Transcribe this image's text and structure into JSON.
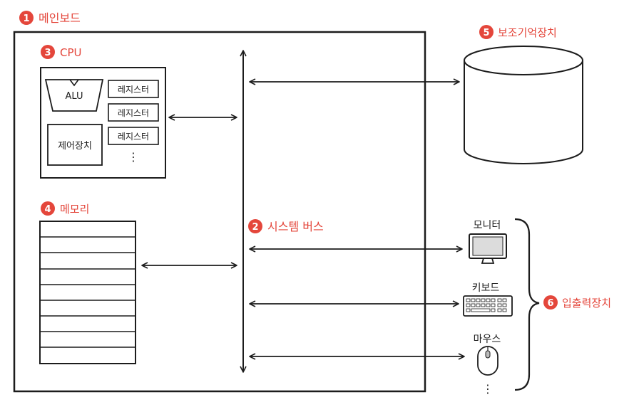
{
  "colors": {
    "accent": "#e4463b",
    "ink": "#1c1c1c",
    "paper": "#ffffff"
  },
  "labels": {
    "mainboard": {
      "num": "1",
      "text": "메인보드"
    },
    "bus": {
      "num": "2",
      "text": "시스템 버스"
    },
    "cpu": {
      "num": "3",
      "text": "CPU"
    },
    "memory": {
      "num": "4",
      "text": "메모리"
    },
    "storage": {
      "num": "5",
      "text": "보조기억장치"
    },
    "io": {
      "num": "6",
      "text": "입출력장치"
    }
  },
  "cpu_block": {
    "alu": "ALU",
    "control": "제어장치",
    "registers": [
      "레지스터",
      "레지스터",
      "레지스터"
    ],
    "more": "⋮"
  },
  "io_devices": {
    "monitor": "모니터",
    "keyboard": "키보드",
    "mouse": "마우스",
    "more": "⋮"
  }
}
